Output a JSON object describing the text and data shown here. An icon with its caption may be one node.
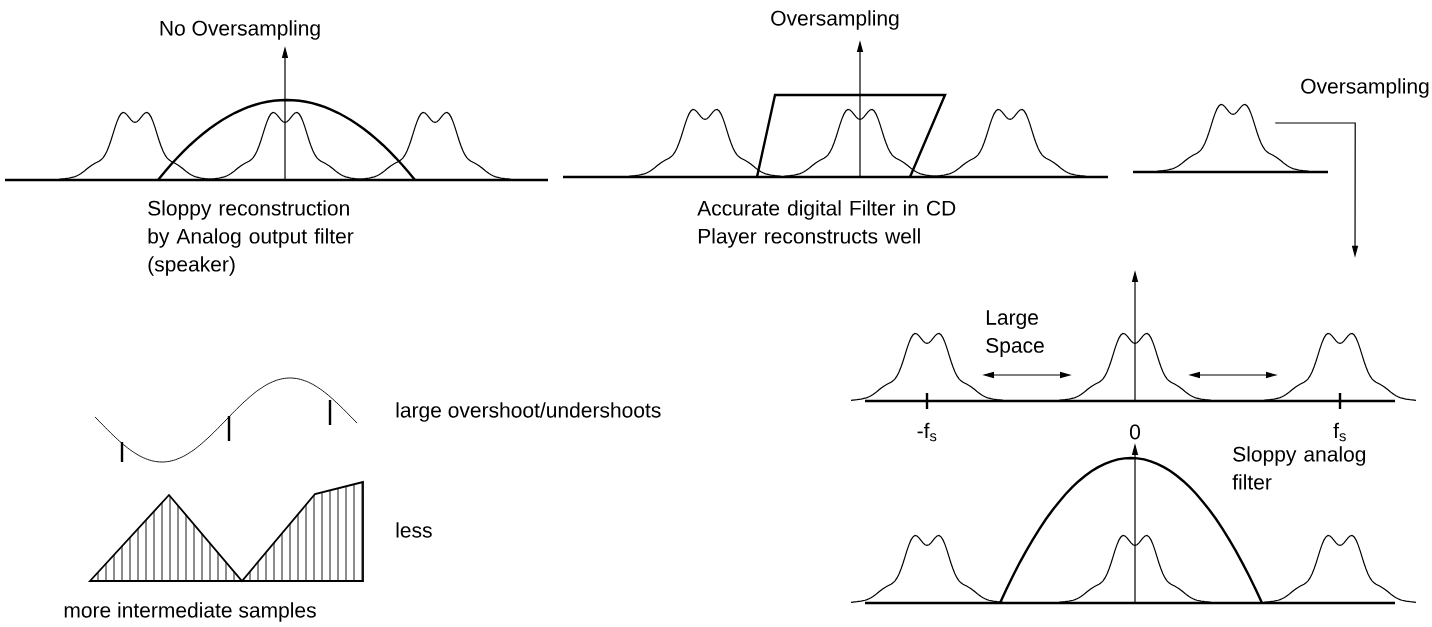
{
  "diagram": {
    "nodes": [
      {
        "text": [],
        "shape": "picture"
      },
      {
        "text": [],
        "shape": "picture",
        "beside": [
          "-f$_{s}$",
          "0",
          "f$_{s}$"
        ]
      }
    ],
    "edges": [
      {
        "from": 0,
        "to": 1,
        "arrow": "to"
      }
    ],
    "labels": [
      "No Oversampling",
      "Oversampling",
      "Sloppy reconstruction by Analog output filter (speaker)",
      "Accurate digital Filter in CD Player reconstructs well",
      "Oversampling",
      "Large Space",
      "Sloppy analog filter",
      "large overshoot/undershoots",
      "less",
      "more intermediate samples"
    ]
  }
}
